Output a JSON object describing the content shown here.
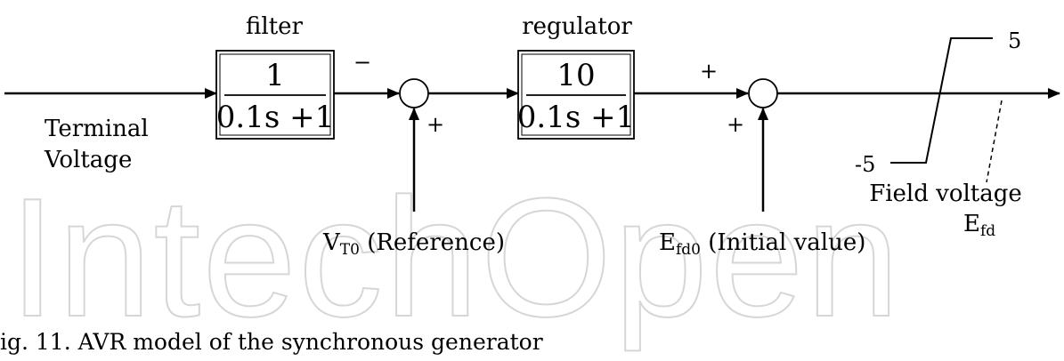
{
  "watermark": "IntechOpen",
  "labels": {
    "input": [
      "Terminal",
      "Voltage"
    ],
    "filter_title": "filter",
    "regulator_title": "regulator",
    "reference": {
      "main": "V",
      "sub": "T0",
      "rest": " (Reference)"
    },
    "initial": {
      "main": "E",
      "sub": "fd0",
      "rest": " (Initial value)"
    },
    "output": {
      "line1": "Field voltage",
      "main": "E",
      "sub": "fd"
    }
  },
  "filter_block": {
    "numerator": "1",
    "denominator": "0.1s +1"
  },
  "regulator_block": {
    "numerator": "10",
    "denominator": "0.1s +1"
  },
  "signs": {
    "sum1_top": "−",
    "sum1_bottom": "+",
    "sum2_top": "+",
    "sum2_bottom": "+"
  },
  "limiter": {
    "upper": "5",
    "lower": "-5"
  },
  "caption": "ig. 11. AVR model of the synchronous generator"
}
